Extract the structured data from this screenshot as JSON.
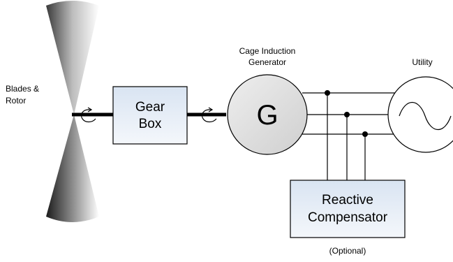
{
  "labels": {
    "blades_line1": "Blades &",
    "blades_line2": "Rotor",
    "gearbox_line1": "Gear",
    "gearbox_line2": "Box",
    "generator_title_line1": "Cage Induction",
    "generator_title_line2": "Generator",
    "generator_symbol": "G",
    "utility": "Utility",
    "compensator_line1": "Reactive",
    "compensator_line2": "Compensator",
    "optional": "(Optional)"
  },
  "colors": {
    "box_fill_top": "#d9e4f2",
    "box_fill_bottom": "#f4f7fb",
    "generator_fill": "#dcdcdc",
    "utility_fill": "#ffffff",
    "stroke": "#000000"
  }
}
